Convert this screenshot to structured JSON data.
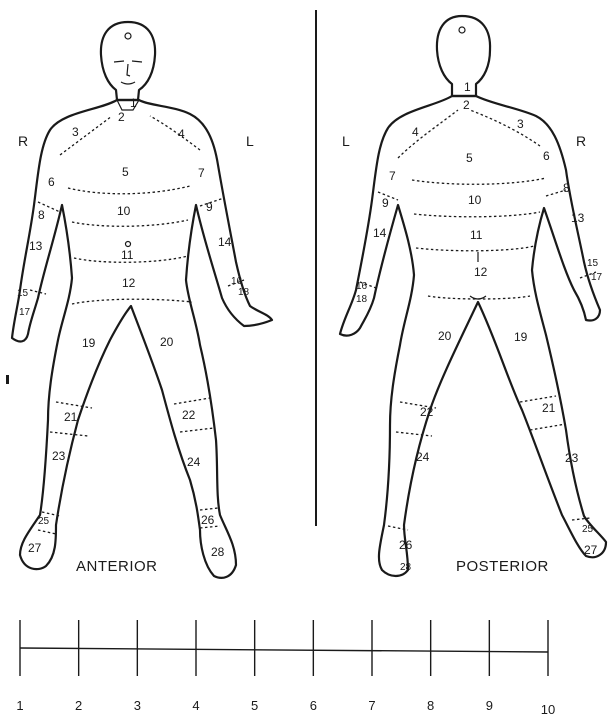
{
  "anterior": {
    "title": "ANTERIOR",
    "side_left": "R",
    "side_right": "L",
    "regions": [
      "1",
      "2",
      "3",
      "4",
      "5",
      "6",
      "7",
      "8",
      "9",
      "10",
      "11",
      "12",
      "13",
      "14",
      "15",
      "16",
      "17",
      "18",
      "19",
      "20",
      "21",
      "22",
      "23",
      "24",
      "25",
      "26",
      "27",
      "28"
    ]
  },
  "posterior": {
    "title": "POSTERIOR",
    "side_left": "L",
    "side_right": "R",
    "regions": [
      "1",
      "2",
      "3",
      "4",
      "5",
      "6",
      "7",
      "8",
      "9",
      "10",
      "11",
      "12",
      "13",
      "14",
      "15",
      "16",
      "17",
      "18",
      "19",
      "20",
      "21",
      "22",
      "23",
      "24",
      "25",
      "26",
      "27",
      "28"
    ]
  },
  "scale": {
    "ticks": [
      "1",
      "2",
      "3",
      "4",
      "5",
      "6",
      "7",
      "8",
      "9",
      "10"
    ]
  }
}
